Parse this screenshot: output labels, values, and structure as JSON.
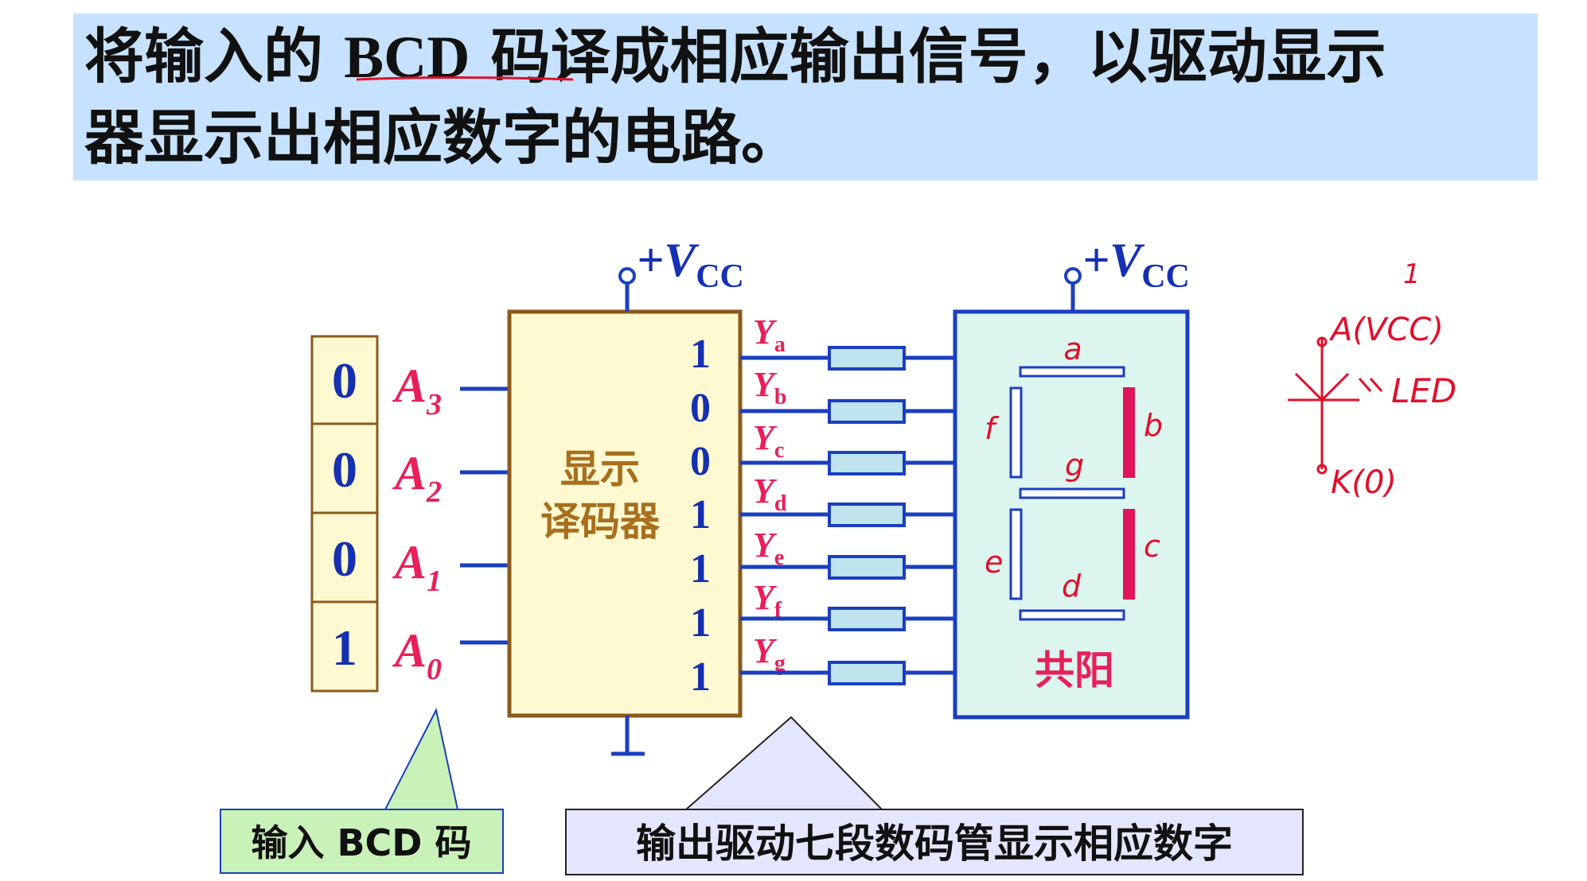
{
  "title": {
    "line1_prefix": "将输入的 ",
    "line1_bcd": "BCD",
    "line1_suffix": " 码译成相应输出信号，以驱动显示",
    "line2": "器显示出相应数字的电路。"
  },
  "input_bits": [
    "0",
    "0",
    "0",
    "1"
  ],
  "input_labels": [
    {
      "letter": "A",
      "sub": "3"
    },
    {
      "letter": "A",
      "sub": "2"
    },
    {
      "letter": "A",
      "sub": "1"
    },
    {
      "letter": "A",
      "sub": "0"
    }
  ],
  "decoder": {
    "label_line1": "显示",
    "label_line2": "译码器"
  },
  "vcc": {
    "plus_v": "+V",
    "sub": "CC"
  },
  "output_values": [
    "1",
    "0",
    "0",
    "1",
    "1",
    "1",
    "1"
  ],
  "output_labels": [
    {
      "letter": "Y",
      "sub": "a"
    },
    {
      "letter": "Y",
      "sub": "b"
    },
    {
      "letter": "Y",
      "sub": "c"
    },
    {
      "letter": "Y",
      "sub": "d"
    },
    {
      "letter": "Y",
      "sub": "e"
    },
    {
      "letter": "Y",
      "sub": "f"
    },
    {
      "letter": "Y",
      "sub": "g"
    }
  ],
  "display": {
    "label": "共阳",
    "segment_letters": {
      "a": "a",
      "b": "b",
      "c": "c",
      "d": "d",
      "e": "e",
      "f": "f",
      "g": "g"
    },
    "lit_segments": [
      "b",
      "c"
    ]
  },
  "callouts": {
    "input": "输入 BCD 码",
    "output": "输出驱动七段数码管显示相应数字"
  },
  "annotation": {
    "top": "1",
    "anode": "A(VCC)",
    "led": "LED",
    "cathode": "K(0)"
  },
  "colors": {
    "banner": "#c6e2ff",
    "wire_blue": "#1a3fbf",
    "label_pink": "#e8205a",
    "digit_blue": "#1530b0",
    "bit_box_fill": "#fff9d2",
    "bit_box_border": "#8b5a1a",
    "decoder_fill": "#fff9d2",
    "decoder_border": "#8b5a1a",
    "decoder_text": "#a8701c",
    "resistor_fill": "#bfe4ee",
    "display_fill": "#dcf5ef",
    "segment_lit": "#e0155a",
    "callout_green": "#c9f2b8",
    "callout_lilac": "#e4e6ff",
    "handwriting_red": "#e0102a"
  }
}
